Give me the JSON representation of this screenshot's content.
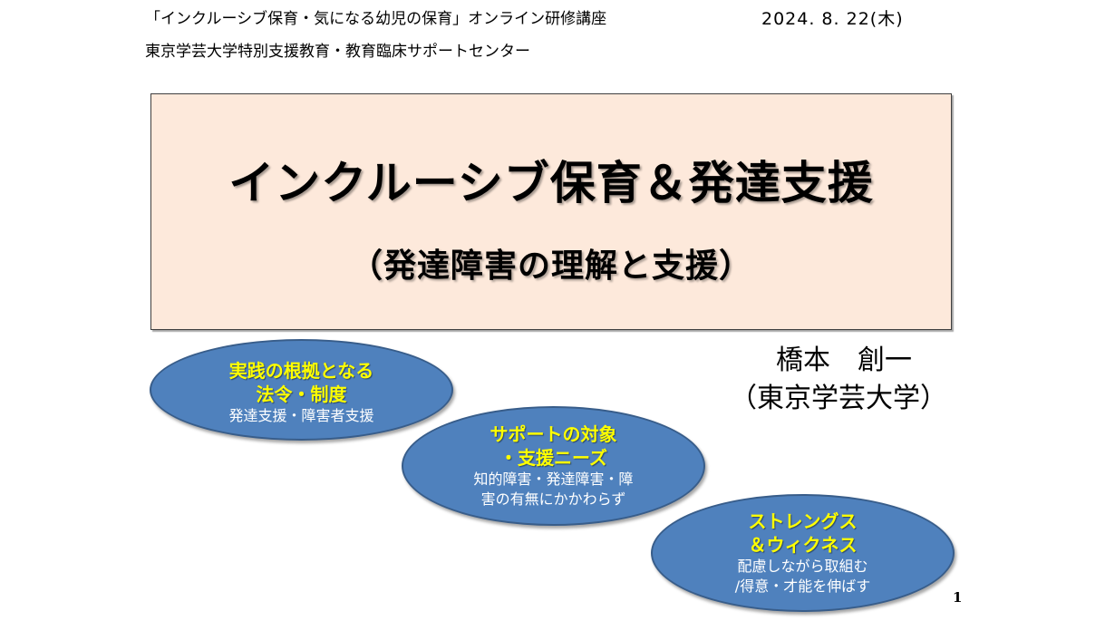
{
  "header": {
    "course_title": "「インクルーシブ保育・気になる幼児の保育」オンライン研修講座",
    "organization": "東京学芸大学特別支援教育・教育臨床サポートセンター",
    "date": "2024. 8. 22(木)"
  },
  "title_box": {
    "main_title": "インクルーシブ保育＆発達支援",
    "sub_title": "（発達障害の理解と支援）"
  },
  "author": {
    "name": "橋本　創一",
    "affiliation": "（東京学芸大学）"
  },
  "ovals": [
    {
      "heading_lines": [
        "実践の根拠となる",
        "法令・制度"
      ],
      "detail_lines": [
        "発達支援・障害者支援"
      ]
    },
    {
      "heading_lines": [
        "サポートの対象",
        "・支援ニーズ"
      ],
      "detail_lines": [
        "知的障害・発達障害・障",
        "害の有無にかかわらず"
      ]
    },
    {
      "heading_lines": [
        "ストレングス",
        "＆ウィクネス"
      ],
      "detail_lines": [
        "配慮しながら取組む",
        "/得意・才能を伸ばす"
      ]
    }
  ],
  "colors": {
    "title_box_bg": "#fde9db",
    "oval_fill": "#4f81bd",
    "oval_heading": "#ffff00",
    "oval_detail": "#ffffff"
  },
  "page_number": "1"
}
